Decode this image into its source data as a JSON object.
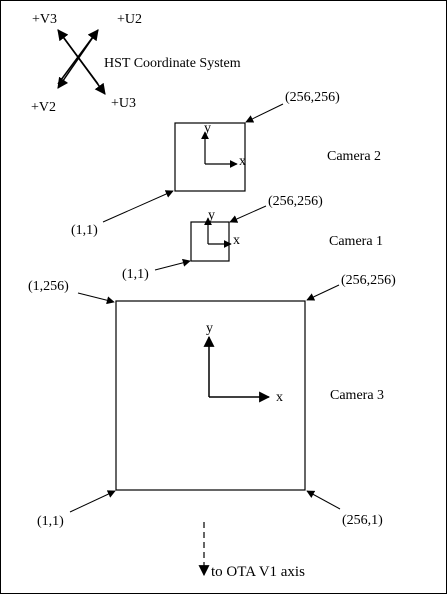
{
  "orientation": {
    "v3": "+V3",
    "u2": "+U2",
    "v2": "+V2",
    "u3": "+U3",
    "title": "HST Coordinate System"
  },
  "camera2": {
    "name": "Camera 2",
    "corner_top_right": "(256,256)",
    "corner_bottom_left": "(1,1)",
    "axis_x": "x",
    "axis_y": "y"
  },
  "camera1": {
    "name": "Camera 1",
    "corner_top_right": "(256,256)",
    "corner_bottom_left": "(1,1)",
    "axis_x": "x",
    "axis_y": "y"
  },
  "camera3": {
    "name": "Camera 3",
    "corner_top_left": "(1,256)",
    "corner_top_right": "(256,256)",
    "corner_bottom_left": "(1,1)",
    "corner_bottom_right": "(256,1)",
    "axis_x": "x",
    "axis_y": "y"
  },
  "footer": {
    "label": "to OTA V1 axis"
  }
}
